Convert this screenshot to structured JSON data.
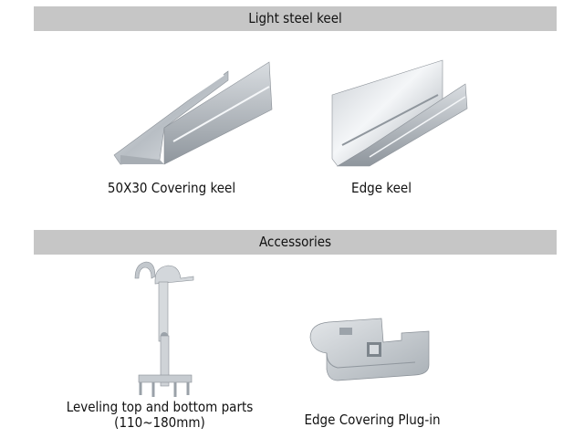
{
  "sections": [
    {
      "title": "Light steel keel",
      "items": [
        {
          "label": "50X30 Covering keel",
          "icon": "covering-keel-image"
        },
        {
          "label": "Edge keel",
          "icon": "edge-keel-image"
        }
      ]
    },
    {
      "title": "Accessories",
      "items": [
        {
          "label": "Leveling top and bottom parts",
          "sublabel": "(110~180mm)",
          "icon": "leveling-hanger-image"
        },
        {
          "label": "Edge Covering Plug-in",
          "icon": "plug-in-clip-image"
        }
      ]
    }
  ],
  "colors": {
    "header_bg": "#c6c6c6",
    "metal_light": "#e8ebee",
    "metal_dark": "#9aa1a8"
  }
}
